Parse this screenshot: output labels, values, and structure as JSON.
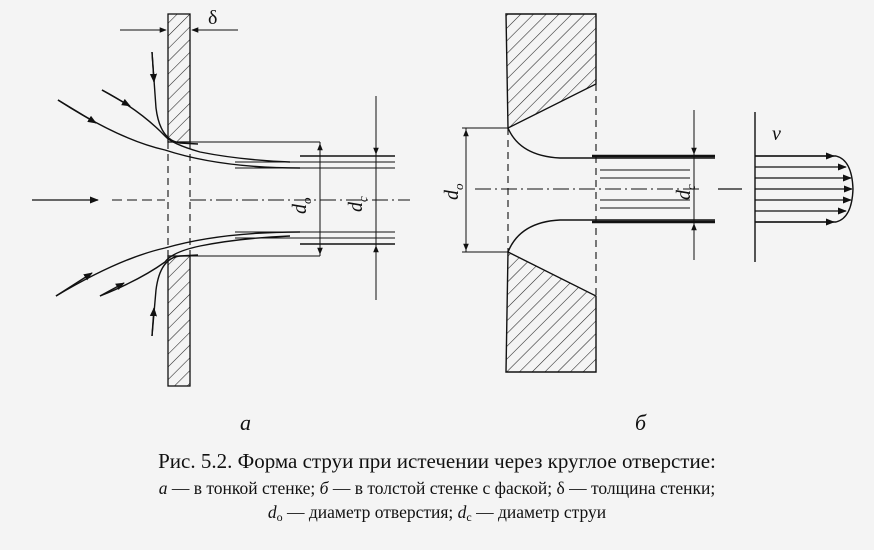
{
  "figure": {
    "panel_a_label": "а",
    "panel_b_label": "б",
    "delta_symbol": "δ",
    "velocity_symbol": "v",
    "d_symbol": "d",
    "sub_o": "о",
    "sub_c": "с"
  },
  "caption": {
    "title": "Рис. 5.2. Форма струи при истечении через круглое отверстие:",
    "a_letter": "а",
    "a_text": " — в тонкой стенке; ",
    "b_letter": "б",
    "b_text": " — в толстой стенке с фаской; ",
    "delta_letter": "δ",
    "delta_text": " — толщина стенки;",
    "d_letter": "d",
    "do_sub": "о",
    "do_text": " — диаметр отверстия; ",
    "dc_sub": "с",
    "dc_text": " — диаметр струи"
  }
}
